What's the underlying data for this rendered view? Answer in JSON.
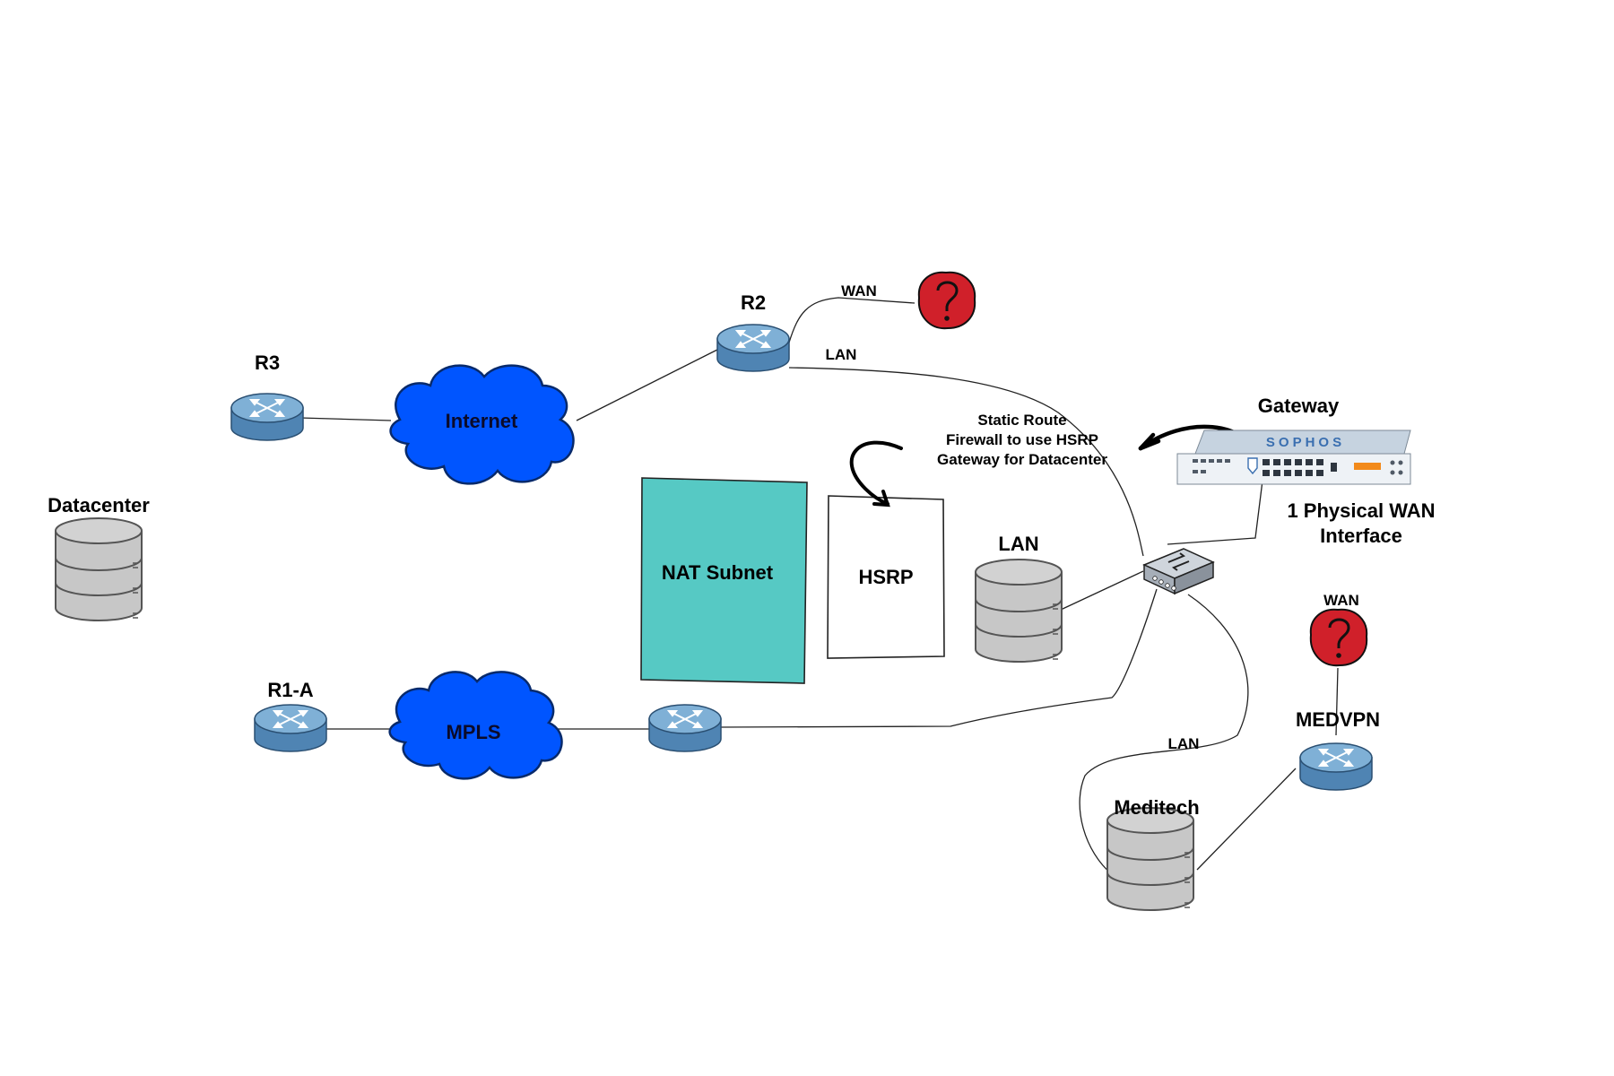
{
  "labels": {
    "datacenter": "Datacenter",
    "r3": "R3",
    "r2": "R2",
    "r1a": "R1-A",
    "internet": "Internet",
    "mpls": "MPLS",
    "wan_top": "WAN",
    "lan_top": "LAN",
    "static_route_1": "Static Route",
    "static_route_2": "Firewall to use HSRP",
    "static_route_3": "Gateway for Datacenter",
    "gateway": "Gateway",
    "sophos_brand": "SOPHOS",
    "physical_wan_1": "1 Physical WAN",
    "physical_wan_2": "Interface",
    "nat_subnet": "NAT Subnet",
    "hsrp": "HSRP",
    "lan_db": "LAN",
    "wan_right": "WAN",
    "medvpn": "MEDVPN",
    "lan_bottom": "LAN",
    "meditech": "Meditech"
  },
  "colors": {
    "router_body": "#5b8fbd",
    "router_top": "#7fb0d6",
    "cloud": "#0055ff",
    "db_body": "#c7c7c7",
    "nat_fill": "#56c9c4",
    "question_fill": "#d0202a",
    "switch_fill": "#b9c0c8"
  },
  "icons": {
    "router": "router-icon",
    "cloud": "cloud-icon",
    "database": "database-icon",
    "question": "question-mark-icon",
    "switch": "switch-icon",
    "firewall": "sophos-firewall-icon"
  }
}
